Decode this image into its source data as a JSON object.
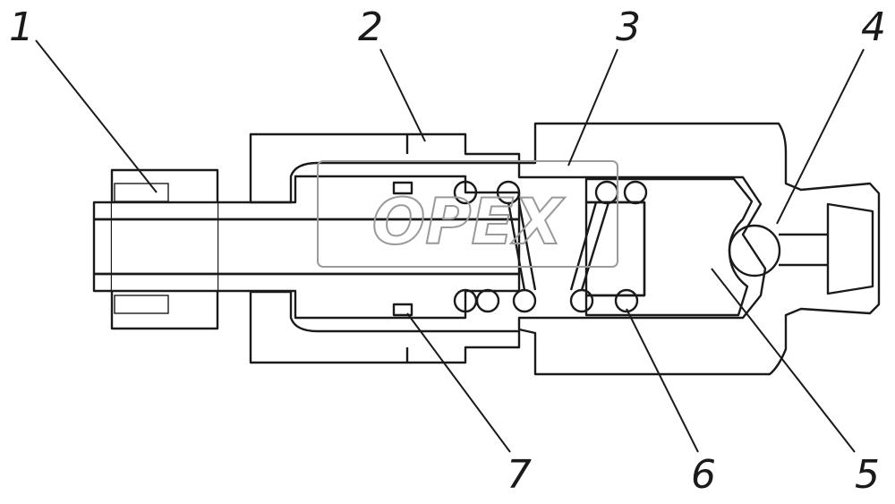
{
  "diagram": {
    "type": "mechanical cross-section",
    "callouts": [
      {
        "id": "1",
        "label": "1"
      },
      {
        "id": "2",
        "label": "2"
      },
      {
        "id": "3",
        "label": "3"
      },
      {
        "id": "4",
        "label": "4"
      },
      {
        "id": "5",
        "label": "5"
      },
      {
        "id": "6",
        "label": "6"
      },
      {
        "id": "7",
        "label": "7"
      }
    ],
    "watermark": "ОРЕХ"
  },
  "colors": {
    "ink": "#1a1a1a",
    "watermark": "#9a9a9a",
    "background": "#ffffff"
  }
}
